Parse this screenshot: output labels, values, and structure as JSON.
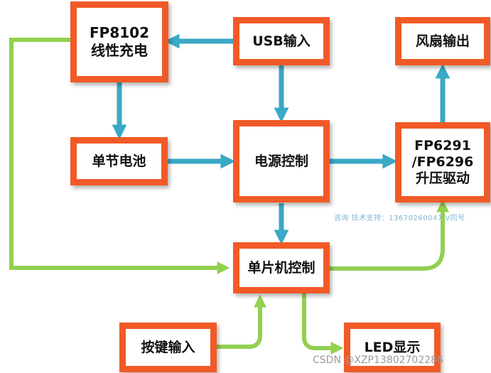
{
  "colors": {
    "box_border": "#f15a27",
    "power_arrow": "#3aa9c5",
    "signal_arrow": "#92d050",
    "text": "#111111"
  },
  "nodes": {
    "fp8102": {
      "line1": "FP8102",
      "line2": "线性充电"
    },
    "usb_input": {
      "label": "USB输入"
    },
    "fan_output": {
      "label": "风扇输出"
    },
    "battery": {
      "label": "单节电池"
    },
    "power_control": {
      "label": "电源控制"
    },
    "boost_driver": {
      "line1": "FP6291",
      "line2": "/FP6296",
      "line3": "升压驱动"
    },
    "mcu_control": {
      "label": "单片机控制"
    },
    "key_input": {
      "label": "按键输入"
    },
    "led_display": {
      "label": "LED显示"
    }
  },
  "watermark": "咨询 技术支持：13670260047 V同号",
  "credit": "CSDN @XZP13802702286"
}
